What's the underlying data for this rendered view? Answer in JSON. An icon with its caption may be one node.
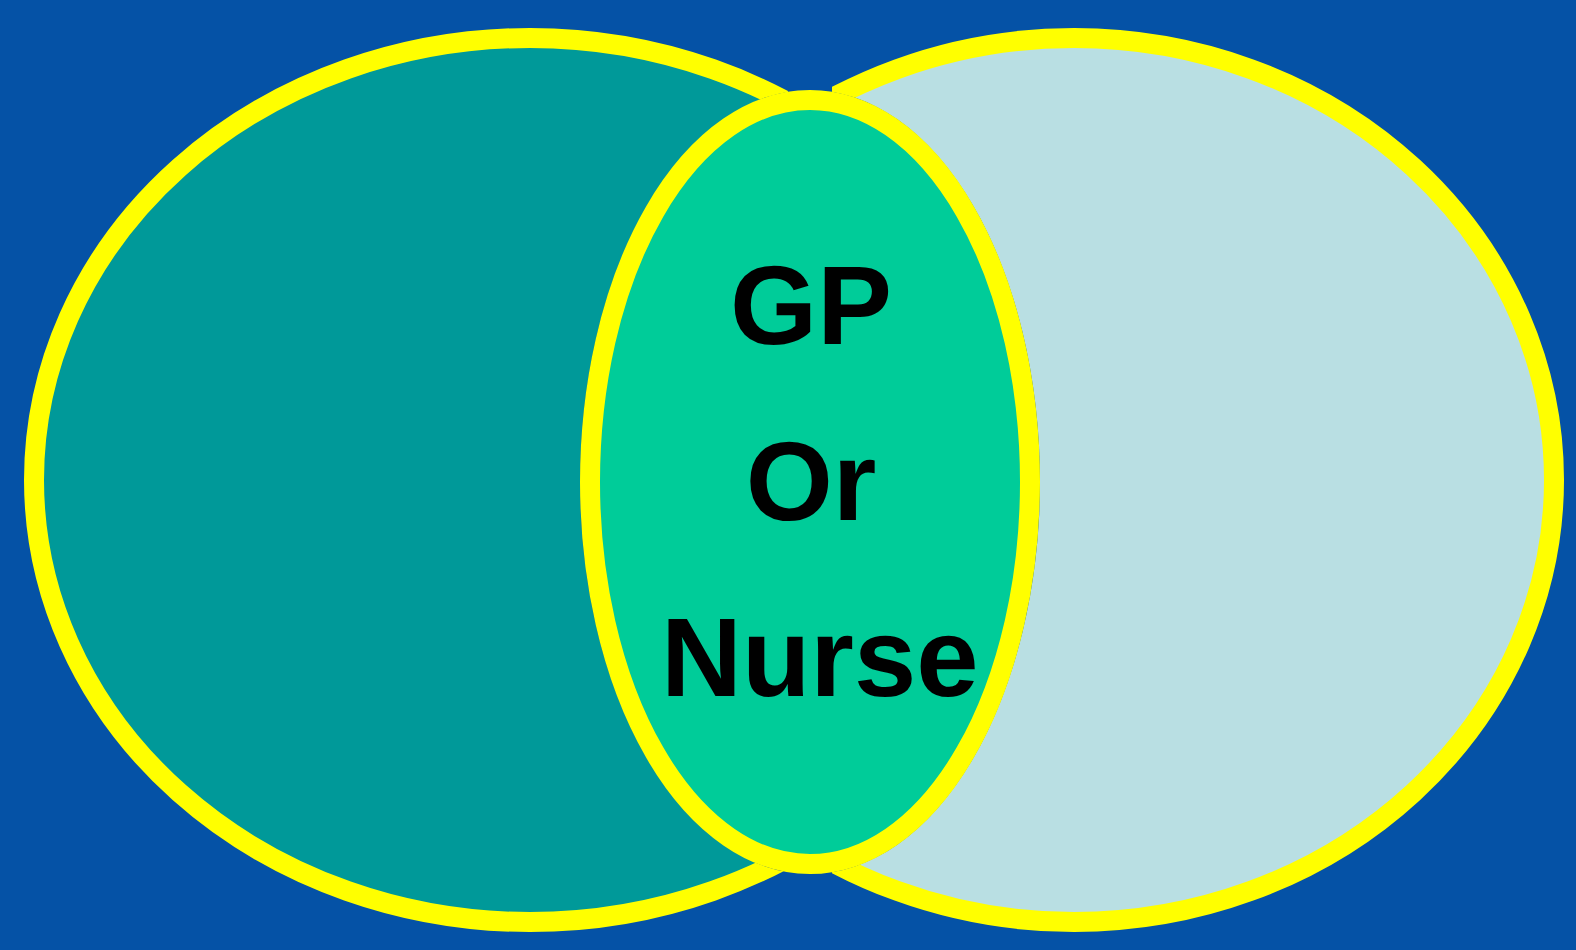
{
  "diagram": {
    "nodes": [
      {
        "text": [],
        "shape": "circle"
      },
      {
        "text": [],
        "shape": "circle"
      },
      {
        "text": [
          "GP Or Nurse"
        ]
      }
    ]
  }
}
